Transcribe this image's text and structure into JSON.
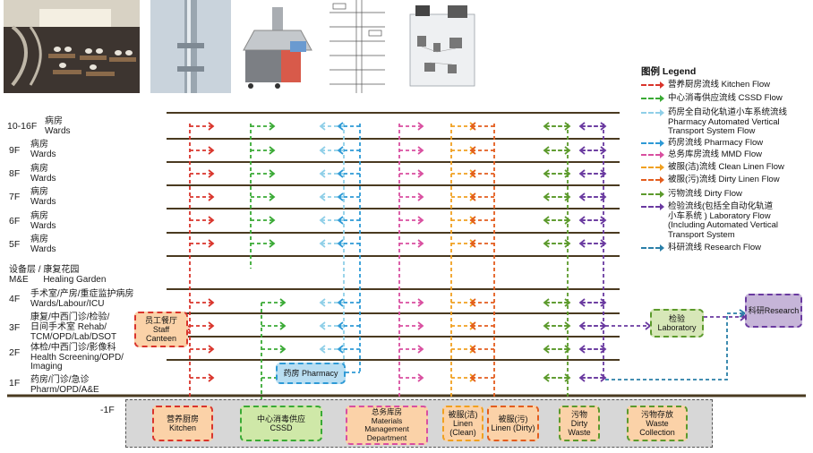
{
  "floors": [
    {
      "code": "10-16F",
      "cn": "病房",
      "en": "Wards"
    },
    {
      "code": "9F",
      "cn": "病房",
      "en": "Wards"
    },
    {
      "code": "8F",
      "cn": "病房",
      "en": "Wards"
    },
    {
      "code": "7F",
      "cn": "病房",
      "en": "Wards"
    },
    {
      "code": "6F",
      "cn": "病房",
      "en": "Wards"
    },
    {
      "code": "5F",
      "cn": "病房",
      "en": "Wards"
    },
    {
      "code": "",
      "cn": "设备层 / 康复花园",
      "en": "M&E      Healing Garden"
    },
    {
      "code": "4F",
      "cn": "手术室/产房/重症监护病房",
      "en": "Wards/Labour/ICU"
    },
    {
      "code": "3F",
      "cn": "康复/中西门诊/检验/",
      "en": "日间手术室 Rehab/",
      "en2": "TCM/OPD/Lab/DSOT"
    },
    {
      "code": "2F",
      "cn": "体检/中西门诊/影像科",
      "en": "Health Screening/OPD/",
      "en2": "Imaging"
    },
    {
      "code": "1F",
      "cn": "药房/门诊/急诊",
      "en": "Pharm/OPD/A&E"
    },
    {
      "code": "-1F",
      "cn": "",
      "en": ""
    }
  ],
  "legend": {
    "title": "图例 Legend",
    "items": [
      {
        "label": "营养厨房流线 Kitchen Flow",
        "color": "#d9342b"
      },
      {
        "label": "中心消毒供应流线 CSSD Flow",
        "color": "#3aaa35"
      },
      {
        "label": "药房全自动化轨道小车系统流线",
        "label2": "Pharmacy Automated Vertical",
        "label3": "Transport System Flow",
        "color": "#8fcfe8"
      },
      {
        "label": "药房流线 Pharmacy Flow",
        "color": "#2e9ad6"
      },
      {
        "label": "总务库房流线 MMD Flow",
        "color": "#d94fa0"
      },
      {
        "label": "被服(洁)流线 Clean Linen Flow",
        "color": "#f0a020"
      },
      {
        "label": "被服(污)流线 Dirty Linen Flow",
        "color": "#e35d1e"
      },
      {
        "label": "污物流线 Dirty Flow",
        "color": "#5c9a2c"
      },
      {
        "label": "检验流线(包括全自动化轨道",
        "label2": "小车系统 ) Laboratory Flow",
        "label3": "(Including Automated Vertical",
        "label4": "Transport System",
        "color": "#6a3aa0"
      },
      {
        "label": "科研流线 Research Flow",
        "color": "#2a7fa8"
      }
    ]
  },
  "boxes": {
    "canteen": {
      "cn": "员工餐厅",
      "en": "Staff",
      "en2": "Canteen"
    },
    "pharmacy": {
      "cn": "药房 Pharmacy"
    },
    "laboratory": {
      "cn": "检验",
      "en": "Laboratory"
    },
    "research": {
      "cn": "科研Research"
    },
    "kitchen": {
      "cn": "营养厨房",
      "en": "Kitchen"
    },
    "cssd": {
      "cn": "中心消毒供应",
      "en": "CSSD"
    },
    "mmd": {
      "cn": "总务库房",
      "en": "Materials",
      "en2": "Management",
      "en3": "Department"
    },
    "linen_clean": {
      "cn": "被服(洁)",
      "en": "Linen",
      "en2": "(Clean)"
    },
    "linen_dirty": {
      "cn": "被服(污)",
      "en": "Linen (Dirty)"
    },
    "dirty_waste": {
      "cn": "污物",
      "en": "Dirty",
      "en2": "Waste"
    },
    "waste_collection": {
      "cn": "污物存放",
      "en": "Waste",
      "en2": "Collection"
    }
  },
  "colors": {
    "kitchen": "#d9342b",
    "cssd": "#3aaa35",
    "pav": "#8fcfe8",
    "pharmacy": "#2e9ad6",
    "mmd": "#d94fa0",
    "clean": "#f0a020",
    "dirty_linen": "#e35d1e",
    "dirty": "#5c9a2c",
    "lab": "#6a3aa0",
    "research": "#2a7fa8",
    "slab": "#4a3a20"
  }
}
